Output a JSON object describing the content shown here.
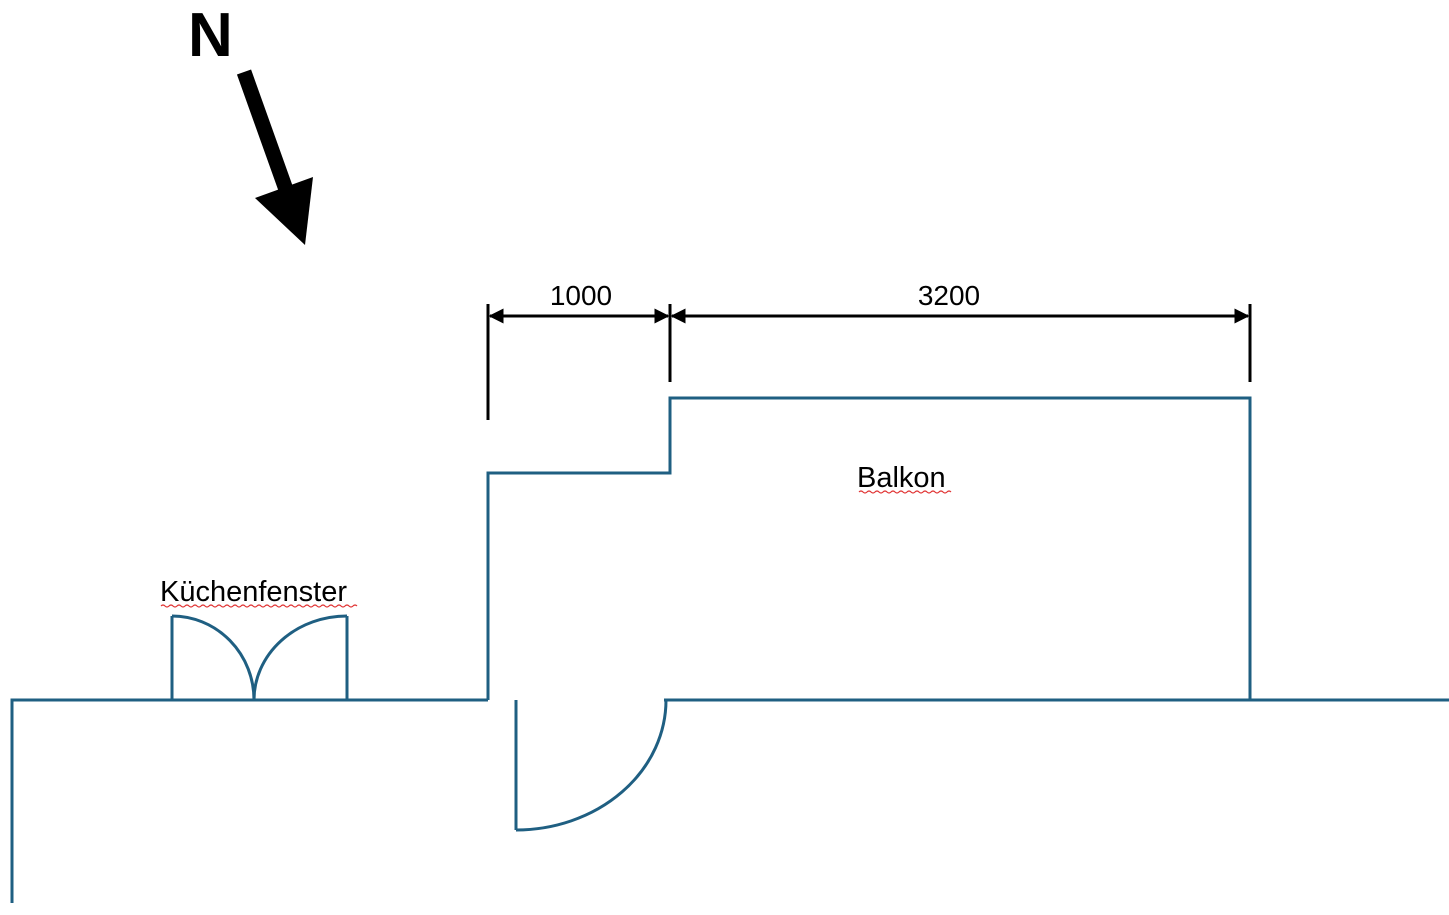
{
  "north": {
    "label": "N"
  },
  "dimensions": [
    {
      "label": "1000"
    },
    {
      "label": "3200"
    }
  ],
  "rooms": {
    "balcony": "Balkon",
    "kitchen_window": "Küchenfenster"
  },
  "colors": {
    "walls": "#1f5f82",
    "dimension_lines": "#000000",
    "spellcheck_underline": "#e03030"
  }
}
